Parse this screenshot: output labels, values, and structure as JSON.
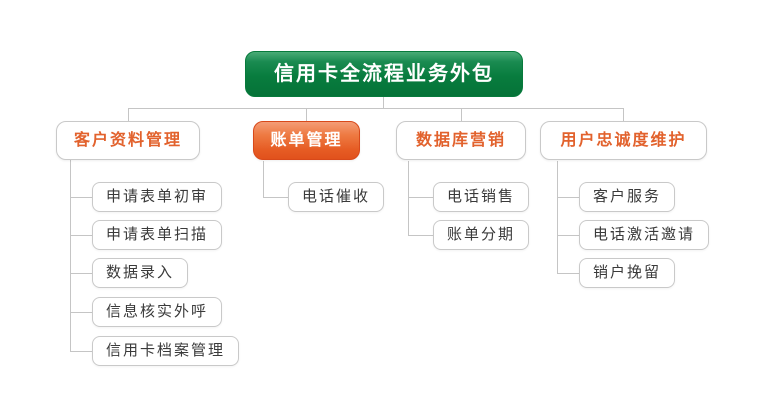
{
  "diagram": {
    "title": "credit-card-bpo-org-chart",
    "root": {
      "label": "信用卡全流程业务外包"
    },
    "branches": [
      {
        "label": "客户资料管理",
        "highlighted": false,
        "children": [
          "申请表单初审",
          "申请表单扫描",
          "数据录入",
          "信息核实外呼",
          "信用卡档案管理"
        ]
      },
      {
        "label": "账单管理",
        "highlighted": true,
        "children": [
          "电话催收"
        ]
      },
      {
        "label": "数据库营销",
        "highlighted": false,
        "children": [
          "电话销售",
          "账单分期"
        ]
      },
      {
        "label": "用户忠诚度维护",
        "highlighted": false,
        "children": [
          "客户服务",
          "电话激活邀请",
          "销户挽留"
        ]
      }
    ],
    "colors": {
      "root_green": "#087c3e",
      "highlight_orange": "#e65c24",
      "branch_text_orange": "#e2622d",
      "leaf_text": "#3a3a3a",
      "connector_gray": "#c5c5c5",
      "background": "#ffffff"
    }
  }
}
